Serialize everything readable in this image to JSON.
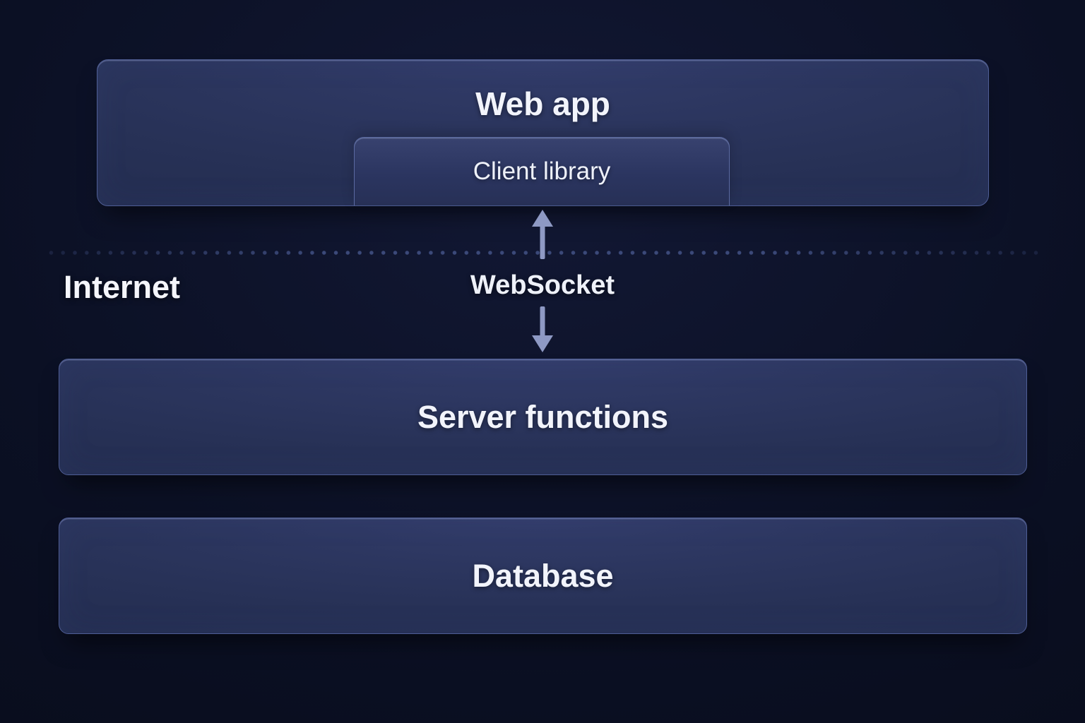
{
  "diagram": {
    "boxes": {
      "web_app": {
        "label": "Web app"
      },
      "client_library": {
        "label": "Client library"
      },
      "server_functions": {
        "label": "Server functions"
      },
      "database": {
        "label": "Database"
      }
    },
    "boundary": {
      "label": "Internet",
      "connection_label": "WebSocket"
    },
    "icons": {
      "up_arrow": "arrow-up-icon",
      "down_arrow": "arrow-down-icon"
    },
    "colors": {
      "background": "#0b1024",
      "box_fill_top": "#2c365f",
      "box_fill_bottom": "#1e2748",
      "box_border": "#4f5e95",
      "text": "#f2f4fb",
      "arrow": "#8e99c4",
      "divider_dot": "#3b4979"
    }
  }
}
